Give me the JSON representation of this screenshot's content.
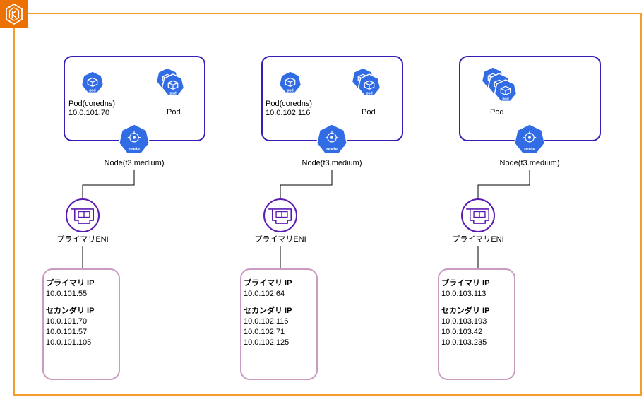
{
  "colors": {
    "cluster_border": "#f59d2a",
    "eks_logo_bg": "#ed7100",
    "node_border": "#3b1bb8",
    "k8s_blue": "#326ce5",
    "eni_purple": "#5a1bb3",
    "ip_box_border": "#c99bc1",
    "connector": "#000000"
  },
  "cluster": {
    "logo_icon": "eks-cluster-icon"
  },
  "nodes": [
    {
      "pod_single": {
        "icon": "pod-icon",
        "badge": "pod",
        "name": "Pod(coredns)",
        "ip": "10.0.101.70"
      },
      "pod_stack": {
        "icon": "pod-stack-icon",
        "badge": "pod",
        "name": "Pod"
      },
      "node_icon_badge": "node",
      "node_label": "Node(t3.medium)",
      "eni_icon": "eni-icon",
      "eni_label": "プライマリENI",
      "primary_ip_header": "プライマリ IP",
      "primary_ip": "10.0.101.55",
      "secondary_ip_header": "セカンダリ IP",
      "secondary_ips": [
        "10.0.101.70",
        "10.0.101.57",
        "10.0.101.105"
      ]
    },
    {
      "pod_single": {
        "icon": "pod-icon",
        "badge": "pod",
        "name": "Pod(coredns)",
        "ip": "10.0.102.116"
      },
      "pod_stack": {
        "icon": "pod-stack-icon",
        "badge": "pod",
        "name": "Pod"
      },
      "node_icon_badge": "node",
      "node_label": "Node(t3.medium)",
      "eni_icon": "eni-icon",
      "eni_label": "プライマリENI",
      "primary_ip_header": "プライマリ IP",
      "primary_ip": "10.0.102.64",
      "secondary_ip_header": "セカンダリ IP",
      "secondary_ips": [
        "10.0.102.116",
        "10.0.102.71",
        "10.0.102.125"
      ]
    },
    {
      "pod_stack": {
        "icon": "pod-stack-icon",
        "badge": "pod",
        "name": "Pod"
      },
      "node_icon_badge": "node",
      "node_label": "Node(t3.medium)",
      "eni_icon": "eni-icon",
      "eni_label": "プライマリENI",
      "primary_ip_header": "プライマリ IP",
      "primary_ip": "10.0.103.113",
      "secondary_ip_header": "セカンダリ IP",
      "secondary_ips": [
        "10.0.103.193",
        "10.0.103.42",
        "10.0.103.235"
      ]
    }
  ]
}
